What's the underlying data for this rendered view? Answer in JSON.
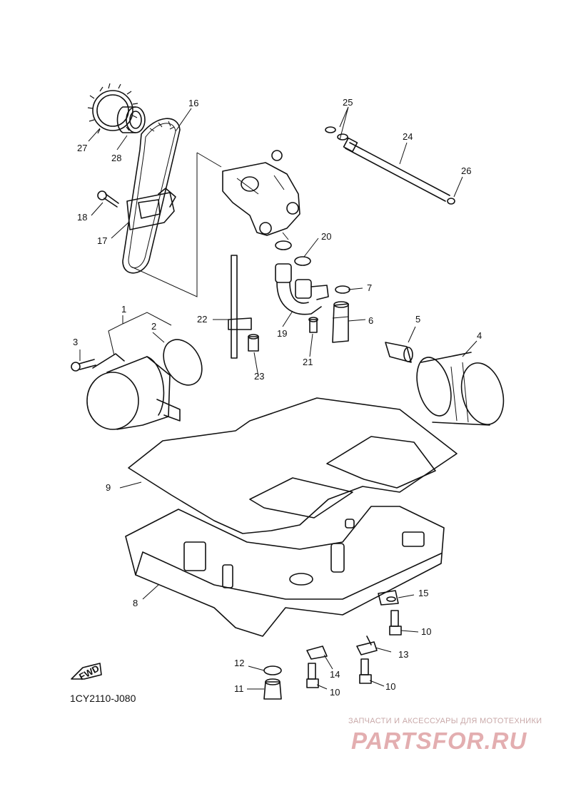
{
  "diagram": {
    "drawing_code": "1CY2110-J080",
    "fwd_label": "FWD",
    "watermark": {
      "subtitle": "ЗАПЧАСТИ И АКСЕССУАРЫ ДЛЯ МОТОТЕХНИКИ",
      "logo": "PARTSFOR.RU"
    },
    "callouts": [
      {
        "id": "c1",
        "label": "1"
      },
      {
        "id": "c2",
        "label": "2"
      },
      {
        "id": "c3",
        "label": "3"
      },
      {
        "id": "c4",
        "label": "4"
      },
      {
        "id": "c5",
        "label": "5"
      },
      {
        "id": "c6",
        "label": "6"
      },
      {
        "id": "c7",
        "label": "7"
      },
      {
        "id": "c8",
        "label": "8"
      },
      {
        "id": "c9",
        "label": "9"
      },
      {
        "id": "c10a",
        "label": "10"
      },
      {
        "id": "c10b",
        "label": "10"
      },
      {
        "id": "c10c",
        "label": "10"
      },
      {
        "id": "c11",
        "label": "11"
      },
      {
        "id": "c12",
        "label": "12"
      },
      {
        "id": "c13",
        "label": "13"
      },
      {
        "id": "c14",
        "label": "14"
      },
      {
        "id": "c15",
        "label": "15"
      },
      {
        "id": "c16",
        "label": "16"
      },
      {
        "id": "c17",
        "label": "17"
      },
      {
        "id": "c18",
        "label": "18"
      },
      {
        "id": "c19",
        "label": "19"
      },
      {
        "id": "c20",
        "label": "20"
      },
      {
        "id": "c21",
        "label": "21"
      },
      {
        "id": "c22",
        "label": "22"
      },
      {
        "id": "c23",
        "label": "23"
      },
      {
        "id": "c24",
        "label": "24"
      },
      {
        "id": "c25",
        "label": "25"
      },
      {
        "id": "c26",
        "label": "26"
      },
      {
        "id": "c27",
        "label": "27"
      },
      {
        "id": "c28",
        "label": "28"
      }
    ]
  }
}
